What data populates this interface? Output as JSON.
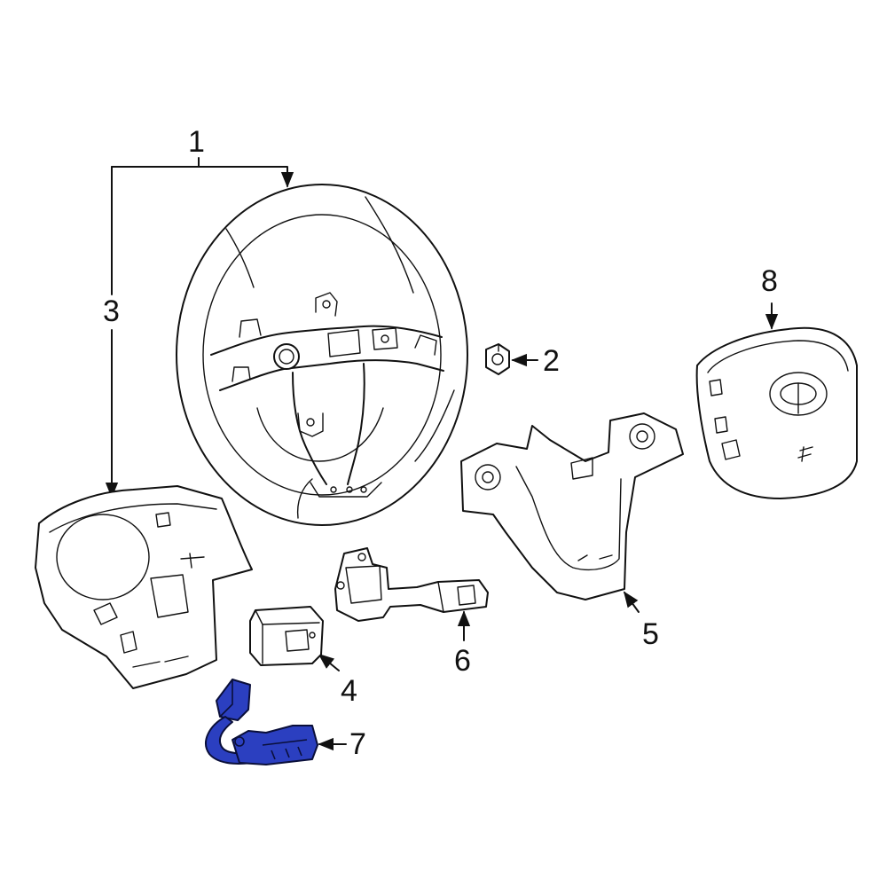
{
  "diagram": {
    "highlight_color": "#2b3fc0",
    "callouts": [
      {
        "id": "1",
        "text": "1"
      },
      {
        "id": "2",
        "text": "2"
      },
      {
        "id": "3",
        "text": "3"
      },
      {
        "id": "4",
        "text": "4"
      },
      {
        "id": "5",
        "text": "5"
      },
      {
        "id": "6",
        "text": "6"
      },
      {
        "id": "7",
        "text": "7"
      },
      {
        "id": "8",
        "text": "8"
      }
    ]
  }
}
